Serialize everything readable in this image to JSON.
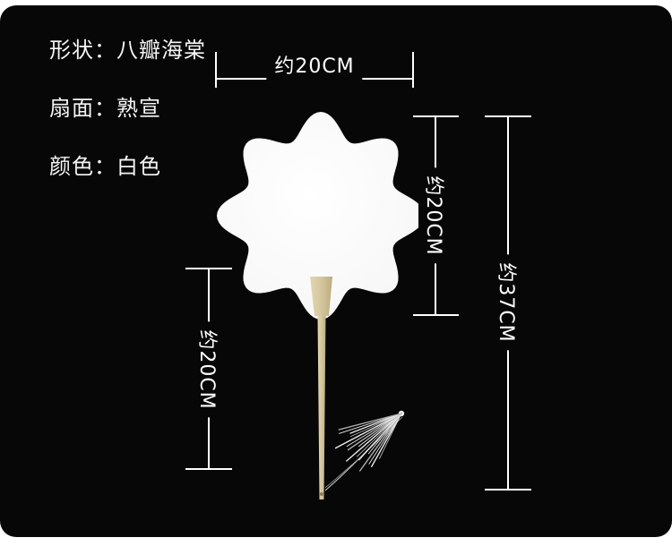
{
  "product": {
    "specs": [
      {
        "text": "形状：八瓣海棠"
      },
      {
        "text": "扇面：熟宣"
      },
      {
        "text": "颜色：白色"
      }
    ]
  },
  "dimensions": {
    "width": "约20CM",
    "fan_height": "约20CM",
    "total_height": "约37CM",
    "handle_length": "约20CM"
  },
  "colors": {
    "background": "#070707",
    "text": "#ffffff",
    "dimension_line": "#ffffff",
    "fan_face": "#fafafa",
    "handle": "#d3c49c",
    "tassel": "#e8e8e8"
  }
}
